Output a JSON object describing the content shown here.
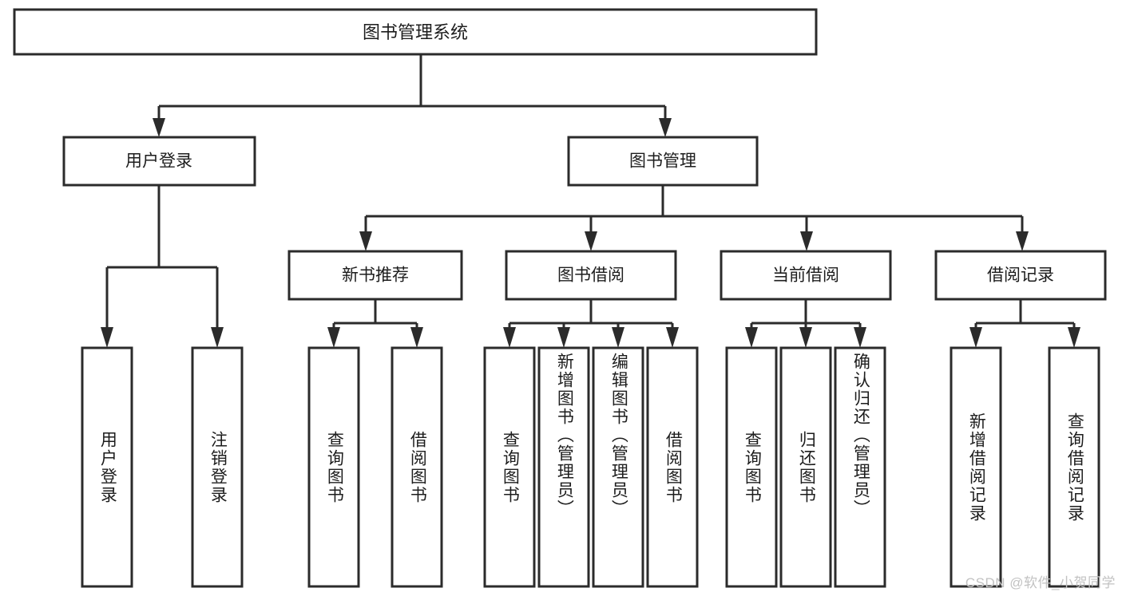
{
  "diagram": {
    "title": "图书管理系统",
    "type": "tree-hierarchy-chart",
    "root": {
      "label": "图书管理系统"
    },
    "level2": [
      {
        "label": "用户登录"
      },
      {
        "label": "图书管理"
      }
    ],
    "level3": [
      {
        "label": "新书推荐"
      },
      {
        "label": "图书借阅"
      },
      {
        "label": "当前借阅"
      },
      {
        "label": "借阅记录"
      }
    ],
    "leaves": {
      "user_login": [
        {
          "label": "用户登录"
        },
        {
          "label": "注销登录"
        }
      ],
      "new_book_recommend": [
        {
          "label": "查询图书"
        },
        {
          "label": "借阅图书"
        }
      ],
      "book_borrow": [
        {
          "label": "查询图书"
        },
        {
          "label": "新增图书（管理员）"
        },
        {
          "label": "编辑图书（管理员）"
        },
        {
          "label": "借阅图书"
        }
      ],
      "current_borrow": [
        {
          "label": "查询图书"
        },
        {
          "label": "归还图书"
        },
        {
          "label": "确认归还（管理员）"
        }
      ],
      "borrow_record": [
        {
          "label": "新增借阅记录"
        },
        {
          "label": "查询借阅记录"
        }
      ]
    }
  },
  "watermark": {
    "text": "CSDN @软件_小贺同学"
  },
  "colors": {
    "stroke": "#2b2b2b",
    "box_fill": "#ffffff",
    "text": "#1d1d1d",
    "background": "#ffffff",
    "watermark": "#c2c2c2"
  }
}
